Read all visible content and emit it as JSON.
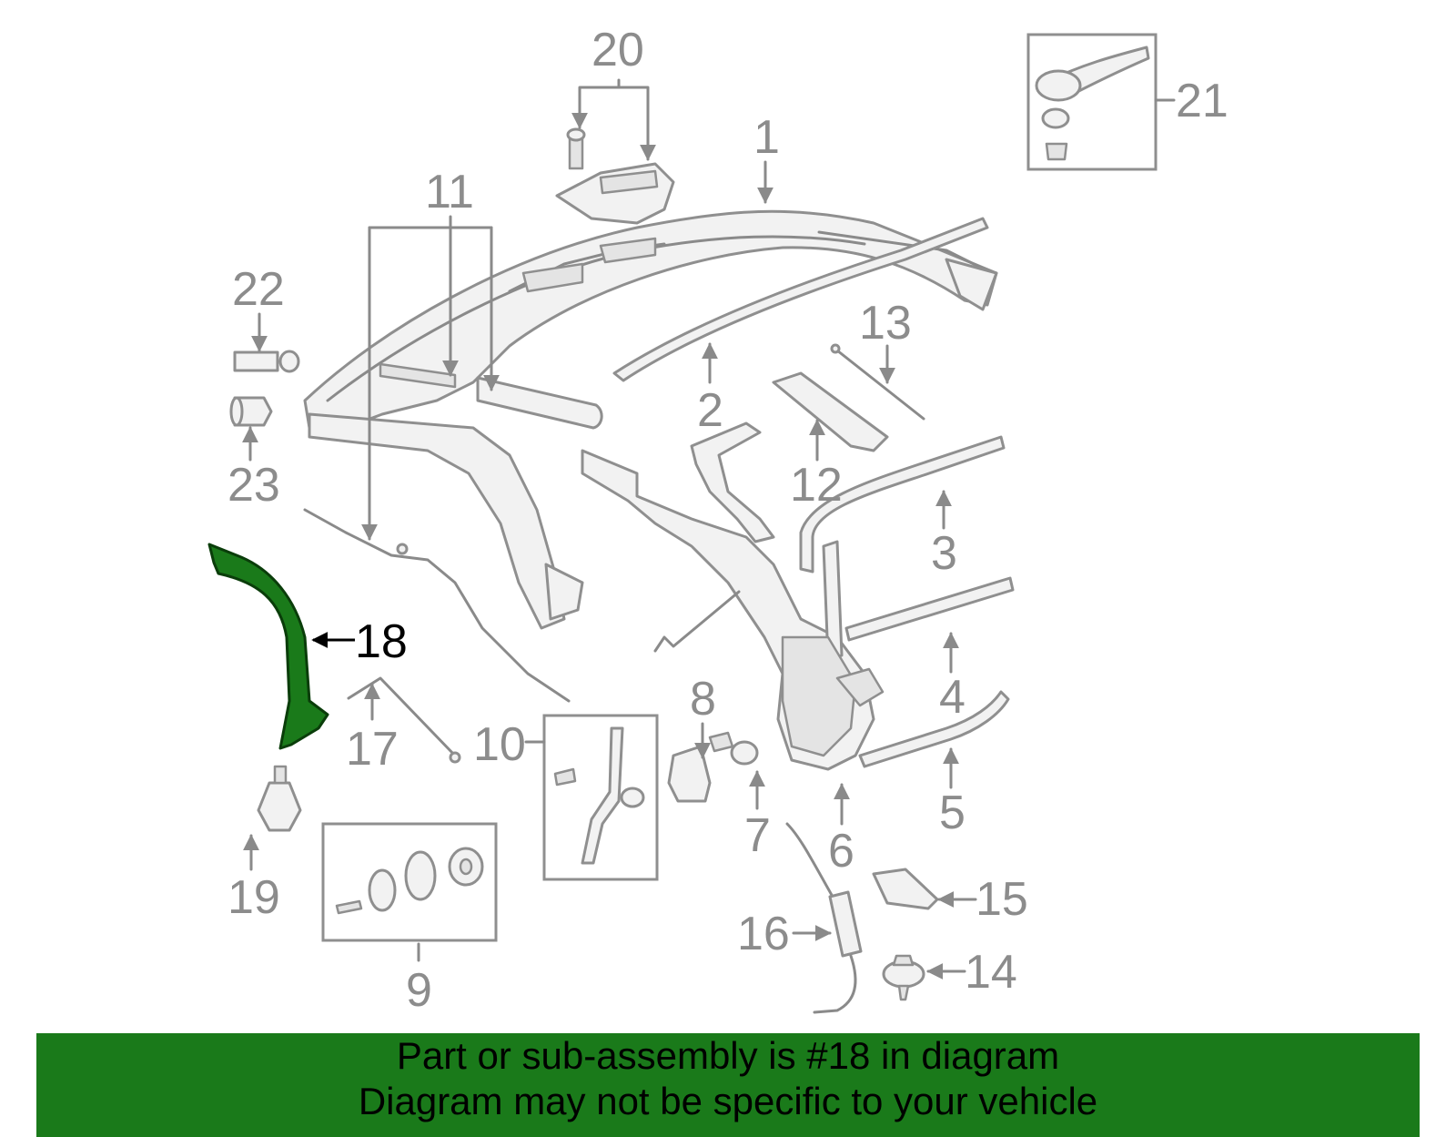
{
  "diagram": {
    "highlight_color": "#1a7a1a",
    "highlighted_part": "18",
    "callouts": [
      {
        "id": "c1",
        "label": "1"
      },
      {
        "id": "c2",
        "label": "2"
      },
      {
        "id": "c3",
        "label": "3"
      },
      {
        "id": "c4",
        "label": "4"
      },
      {
        "id": "c5",
        "label": "5"
      },
      {
        "id": "c6",
        "label": "6"
      },
      {
        "id": "c7",
        "label": "7"
      },
      {
        "id": "c8",
        "label": "8"
      },
      {
        "id": "c9",
        "label": "9"
      },
      {
        "id": "c10",
        "label": "10"
      },
      {
        "id": "c11",
        "label": "11"
      },
      {
        "id": "c12",
        "label": "12"
      },
      {
        "id": "c13",
        "label": "13"
      },
      {
        "id": "c14",
        "label": "14"
      },
      {
        "id": "c15",
        "label": "15"
      },
      {
        "id": "c16",
        "label": "16"
      },
      {
        "id": "c17",
        "label": "17"
      },
      {
        "id": "c18",
        "label": "18"
      },
      {
        "id": "c19",
        "label": "19"
      },
      {
        "id": "c20",
        "label": "20"
      },
      {
        "id": "c21",
        "label": "21"
      },
      {
        "id": "c22",
        "label": "22"
      },
      {
        "id": "c23",
        "label": "23"
      }
    ]
  },
  "banner": {
    "line1": "Part or sub-assembly is #18 in diagram",
    "line2": "Diagram may not be specific to your vehicle"
  }
}
